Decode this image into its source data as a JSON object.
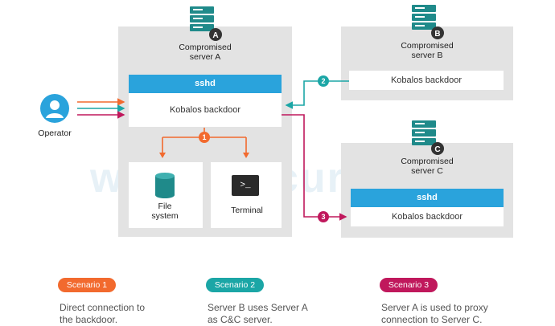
{
  "operator": {
    "label": "Operator"
  },
  "server_a": {
    "label": "Compromised server A",
    "badge": "A",
    "sshd": "sshd",
    "backdoor": "Kobalos backdoor",
    "file_system": "File system",
    "terminal": "Terminal",
    "terminal_prompt": ">_"
  },
  "server_b": {
    "label": "Compromised server B",
    "badge": "B",
    "backdoor": "Kobalos backdoor"
  },
  "server_c": {
    "label": "Compromised server C",
    "badge": "C",
    "sshd": "sshd",
    "backdoor": "Kobalos backdoor"
  },
  "markers": {
    "one": "1",
    "two": "2",
    "three": "3"
  },
  "watermark": "welivesecurity",
  "scenarios": [
    {
      "label": "Scenario 1",
      "desc": "Direct connection to the backdoor.",
      "color": "#f26a2e"
    },
    {
      "label": "Scenario 2",
      "desc": "Server B uses Server A as C&C server.",
      "color": "#1ba6a6"
    },
    {
      "label": "Scenario 3",
      "desc": "Server A is used to proxy connection to Server C.",
      "color": "#c0185c"
    }
  ],
  "colors": {
    "orange": "#f26a2e",
    "teal": "#1ba6a6",
    "crimson": "#c0185c",
    "blue_bar": "#2aa3dc",
    "panel": "#e3e3e3",
    "server_icon": "#1f8a8a"
  }
}
